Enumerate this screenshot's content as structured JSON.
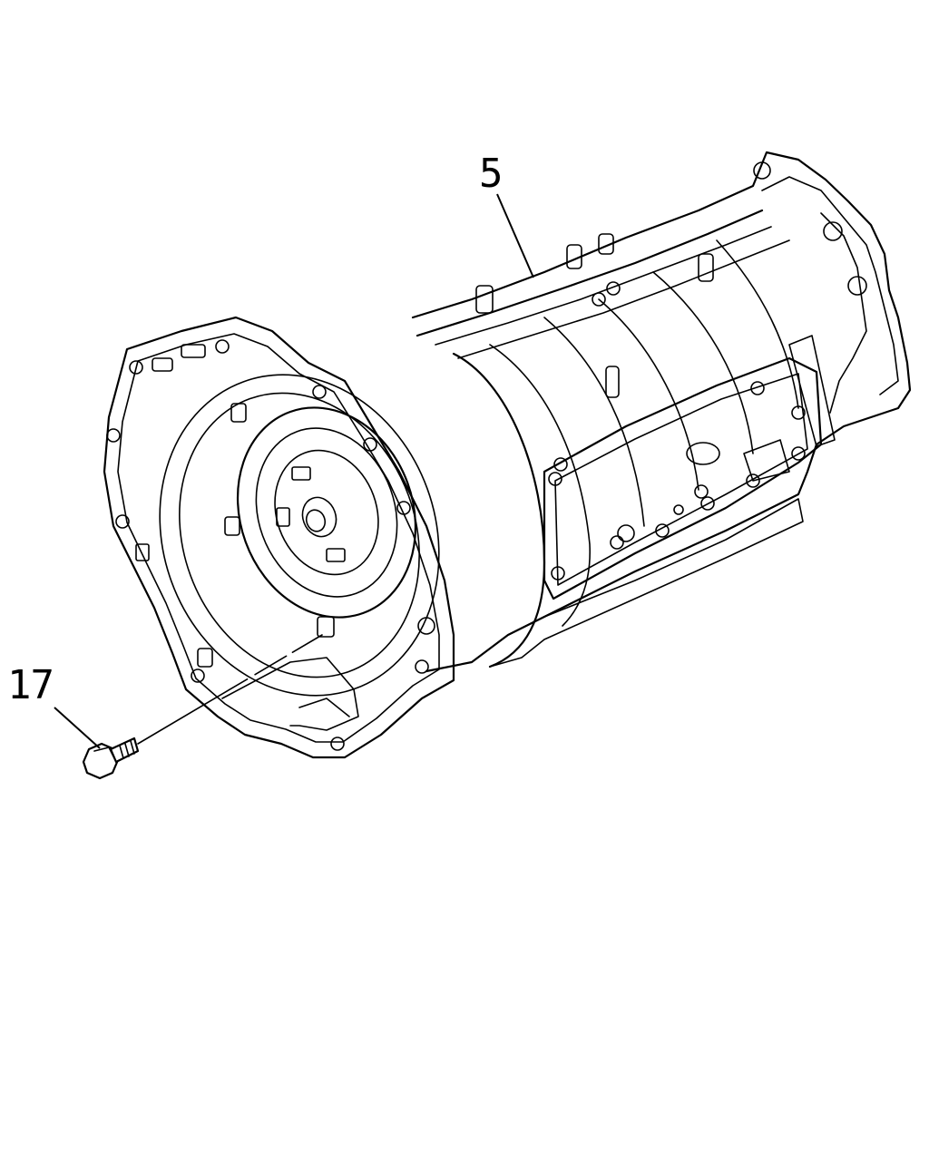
{
  "callouts": [
    {
      "id": "part-5",
      "label": "5"
    },
    {
      "id": "part-17",
      "label": "17"
    }
  ],
  "colors": {
    "line": "#000000",
    "background": "#ffffff"
  }
}
